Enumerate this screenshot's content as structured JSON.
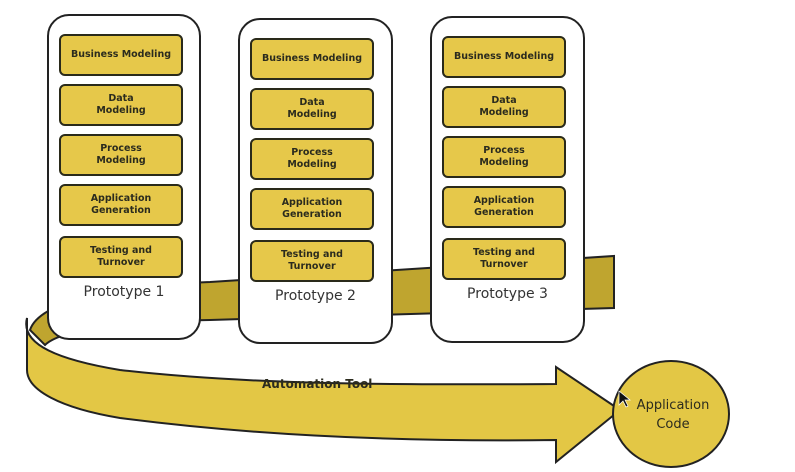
{
  "title": "RAD Model",
  "colors": {
    "box": "#e6c84a",
    "band": "#e3c745",
    "band_shadow": "#bfa52f",
    "outline": "#222222"
  },
  "prototypes": [
    {
      "label": "Prototype 1",
      "phases": [
        "Business Modeling",
        "Data Modeling",
        "Process Modeling",
        "Application Generation",
        "Testing and Turnover"
      ]
    },
    {
      "label": "Prototype 2",
      "phases": [
        "Business Modeling",
        "Data Modeling",
        "Process Modeling",
        "Application Generation",
        "Testing and Turnover"
      ]
    },
    {
      "label": "Prototype 3",
      "phases": [
        "Business Modeling",
        "Data Modeling",
        "Process Modeling",
        "Application Generation",
        "Testing and Turnover"
      ]
    }
  ],
  "band_label": "Automation Tool",
  "output": {
    "line1": "Application",
    "line2": "Code"
  }
}
